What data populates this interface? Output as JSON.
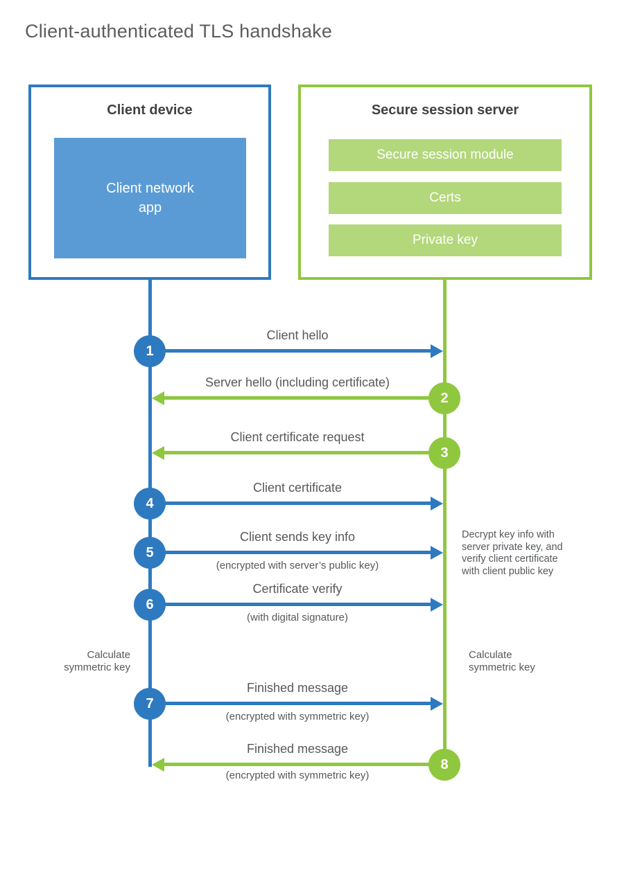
{
  "title": "Client-authenticated TLS handshake",
  "colors": {
    "blue_primary": "#2e7ac0",
    "blue_fill": "#5b9bd5",
    "green_primary": "#8fc73f",
    "green_fill": "#b3d77b",
    "text_dark": "#3f4245",
    "text_gray": "#56585b"
  },
  "client_box": {
    "title": "Client device",
    "app_label": "Client network app"
  },
  "server_box": {
    "title": "Secure session server",
    "modules": [
      "Secure session module",
      "Certs",
      "Private key"
    ]
  },
  "steps": [
    {
      "num": "1",
      "from": "client",
      "direction": "right",
      "label": "Client hello",
      "sub": ""
    },
    {
      "num": "2",
      "from": "server",
      "direction": "left",
      "label": "Server hello (including certificate)",
      "sub": ""
    },
    {
      "num": "3",
      "from": "server",
      "direction": "left",
      "label": "Client certificate request",
      "sub": ""
    },
    {
      "num": "4",
      "from": "client",
      "direction": "right",
      "label": "Client certificate",
      "sub": ""
    },
    {
      "num": "5",
      "from": "client",
      "direction": "right",
      "label": "Client sends key info",
      "sub": "(encrypted with server’s public key)"
    },
    {
      "num": "6",
      "from": "client",
      "direction": "right",
      "label": "Certificate verify",
      "sub": "(with digital signature)"
    },
    {
      "num": "7",
      "from": "client",
      "direction": "right",
      "label": "Finished message",
      "sub": "(encrypted with symmetric key)"
    },
    {
      "num": "8",
      "from": "server",
      "direction": "left",
      "label": "Finished message",
      "sub": "(encrypted with symmetric key)"
    }
  ],
  "notes": {
    "decrypt": {
      "lines": [
        "Decrypt key info with",
        "server private key, and",
        "verify client certificate",
        "with client public key"
      ]
    },
    "calc_left": {
      "lines": [
        "Calculate",
        "symmetric key"
      ]
    },
    "calc_right": {
      "lines": [
        "Calculate",
        "symmetric key"
      ]
    }
  }
}
